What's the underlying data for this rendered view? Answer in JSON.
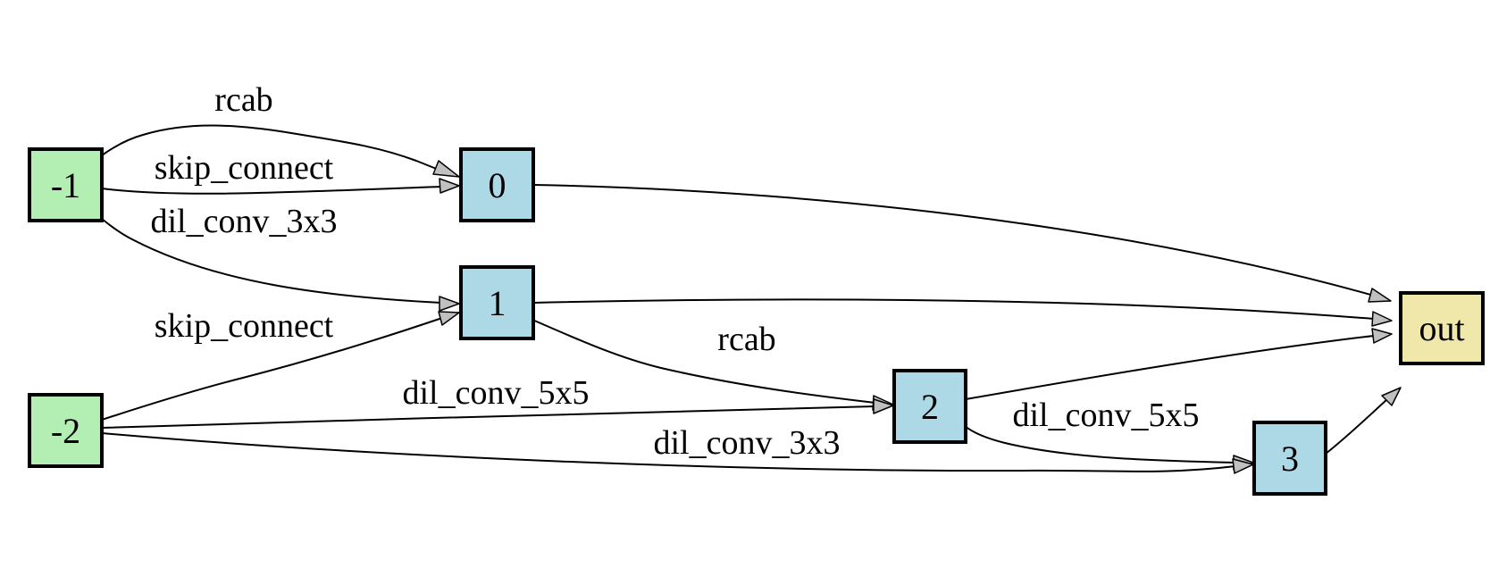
{
  "colors": {
    "input_node": "#b3eeb3",
    "intermediate_node": "#add8e6",
    "output_node": "#f0e8aa",
    "edge": "#000000",
    "arrowhead": "#c0c0c0"
  },
  "nodes": [
    {
      "id": "n_m1",
      "label": "-1",
      "kind": "input"
    },
    {
      "id": "n_m2",
      "label": "-2",
      "kind": "input"
    },
    {
      "id": "n_0",
      "label": "0",
      "kind": "intermediate"
    },
    {
      "id": "n_1",
      "label": "1",
      "kind": "intermediate"
    },
    {
      "id": "n_2",
      "label": "2",
      "kind": "intermediate"
    },
    {
      "id": "n_3",
      "label": "3",
      "kind": "intermediate"
    },
    {
      "id": "n_out",
      "label": "out",
      "kind": "output"
    }
  ],
  "edges": [
    {
      "id": "e1",
      "from": "-1",
      "to": "0",
      "label": "rcab"
    },
    {
      "id": "e2",
      "from": "-1",
      "to": "0",
      "label": "skip_connect"
    },
    {
      "id": "e3",
      "from": "-1",
      "to": "1",
      "label": "dil_conv_3x3"
    },
    {
      "id": "e4",
      "from": "-2",
      "to": "1",
      "label": "skip_connect"
    },
    {
      "id": "e5",
      "from": "1",
      "to": "2",
      "label": "rcab"
    },
    {
      "id": "e6",
      "from": "-2",
      "to": "2",
      "label": "dil_conv_5x5"
    },
    {
      "id": "e7",
      "from": "2",
      "to": "3",
      "label": "dil_conv_5x5"
    },
    {
      "id": "e8",
      "from": "-2",
      "to": "3",
      "label": "dil_conv_3x3"
    },
    {
      "id": "e9",
      "from": "0",
      "to": "out",
      "label": ""
    },
    {
      "id": "e10",
      "from": "1",
      "to": "out",
      "label": ""
    },
    {
      "id": "e11",
      "from": "2",
      "to": "out",
      "label": ""
    },
    {
      "id": "e12",
      "from": "3",
      "to": "out",
      "label": ""
    }
  ]
}
